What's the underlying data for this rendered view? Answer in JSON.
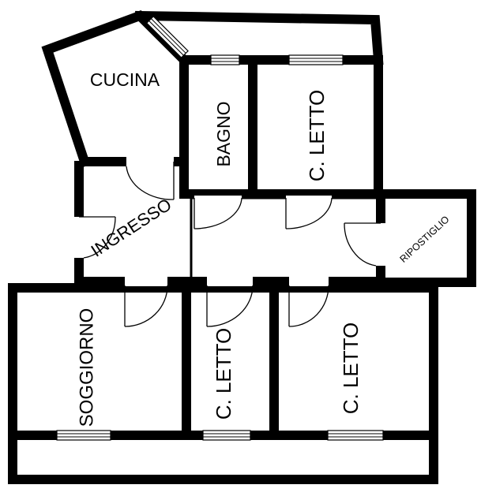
{
  "rooms": {
    "cucina": "CUCINA",
    "bagno": "BAGNO",
    "letto_top": "C. LETTO",
    "ingresso": "INGRESSO",
    "ripostiglio": "RIPOSTIGLIO",
    "soggiorno": "SOGGIORNO",
    "letto_middle": "C. LETTO",
    "letto_right": "C. LETTO"
  },
  "colors": {
    "walls": "#000000",
    "background": "#ffffff"
  }
}
